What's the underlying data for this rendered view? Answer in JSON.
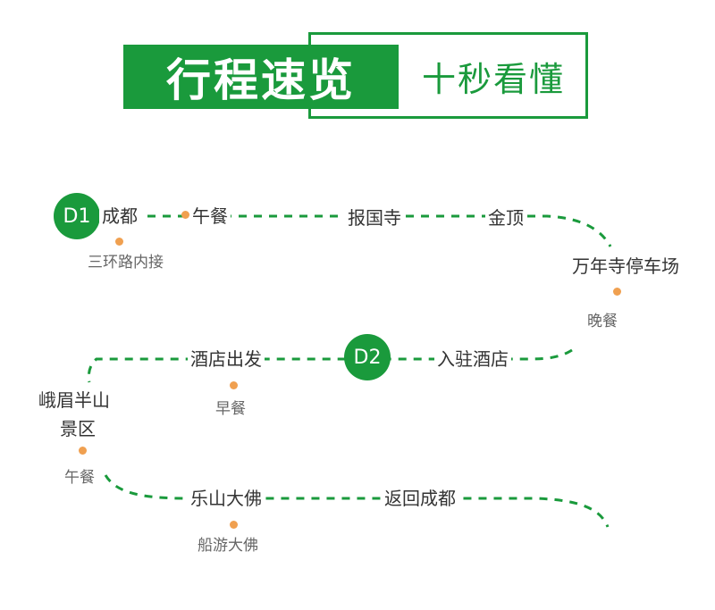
{
  "header": {
    "title": "行程速览",
    "subtitle": "十秒看懂"
  },
  "colors": {
    "brand_green": "#1a9a3c",
    "dot_orange": "#f0a050",
    "text_dark": "#333333",
    "text_gray": "#666666"
  },
  "itinerary": {
    "day1": {
      "badge": "D1",
      "stops": [
        "成都",
        "午餐",
        "报国寺",
        "金顶",
        "万年寺停车场"
      ],
      "notes": [
        "三环路内接",
        "晚餐"
      ]
    },
    "day2": {
      "badge": "D2",
      "stops": [
        "入驻酒店",
        "酒店出发",
        "峨眉半山",
        "景区",
        "乐山大佛",
        "返回成都"
      ],
      "notes": [
        "早餐",
        "午餐",
        "船游大佛"
      ]
    }
  }
}
